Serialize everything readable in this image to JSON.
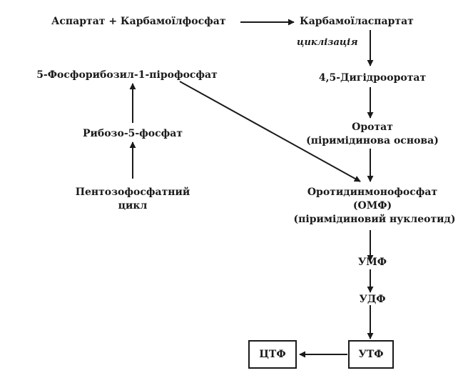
{
  "nodes": {
    "aspartate_carbamoyl": "Аспартат + Карбамоїлфосфат",
    "carbamoyl_aspartate": "Карбамоїласпартат",
    "dihydroorotate": "4,5-Дигідрооротат",
    "orotate": "Оротат",
    "orotate_note": "(піримідинова основа)",
    "omp": "Оротидинмонофосфат",
    "omp_abbr": "(ОМФ)",
    "omp_note": "(піримідиновий нуклеотид)",
    "ump": "УМФ",
    "udp": "УДФ",
    "utp": "УТФ",
    "ctp": "ЦТФ",
    "prpp": "5-Фосфорибозил-1-пірофосфат",
    "ribose5p": "Рибозо-5-фосфат",
    "pentose_cycle_line1": "Пентозофосфатний",
    "pentose_cycle_line2": "цикл"
  },
  "annotations": {
    "cyclization": "циклізація"
  },
  "colors": {
    "ink": "#1a1a1a",
    "background": "#ffffff"
  }
}
